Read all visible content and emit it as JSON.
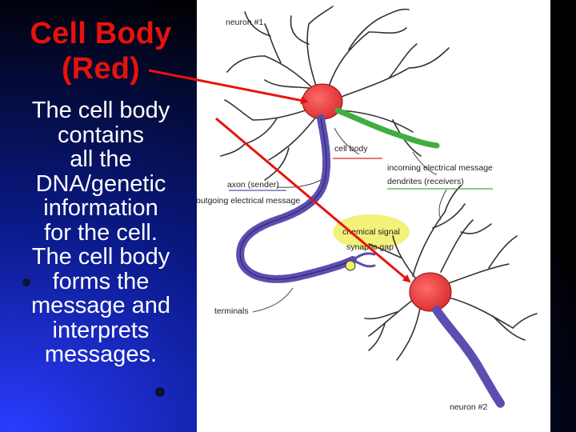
{
  "slide": {
    "title_line1": "Cell Body",
    "title_line2": "(Red)",
    "body_lines": [
      "The cell body",
      "contains",
      "all the",
      "DNA/genetic",
      "information",
      "for the cell.",
      "The cell body",
      "forms the",
      "message and",
      "interprets",
      "messages."
    ],
    "colors": {
      "title": "#e8120c",
      "arrow": "#e8120c",
      "soma": "#e83a3a",
      "axon": "#5a4fb0",
      "dendrite_green": "#3fae3f",
      "signal": "#f2ef6a"
    }
  },
  "figure": {
    "labels": {
      "neuron1": "neuron #1",
      "cell_body": "cell body",
      "incoming": "incoming electrical message",
      "dendrites": "dendrites (receivers)",
      "axon": "axon (sender)",
      "outgoing": "outgoing electrical message",
      "chemical": "chemical signal",
      "synaptic": "synaptic gap",
      "terminals": "terminals",
      "neuron2": "neuron #2"
    }
  }
}
